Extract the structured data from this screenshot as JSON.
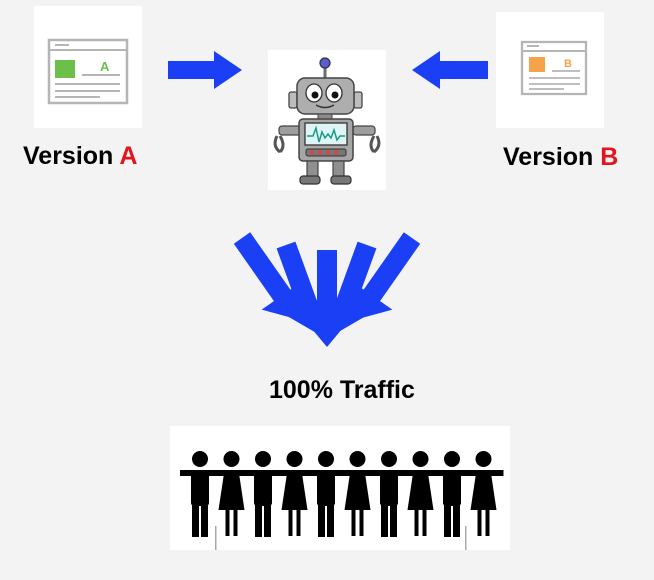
{
  "version_a": {
    "word": "Version",
    "letter": "A",
    "page_letter": "A",
    "page_color": "#6cc04a"
  },
  "version_b": {
    "word": "Version",
    "letter": "B",
    "page_letter": "B",
    "page_color": "#f5a34b"
  },
  "traffic_label": "100% Traffic",
  "colors": {
    "arrow": "#1a3ff5",
    "label_accent": "#e3141b",
    "robot_body": "#9a9a9a"
  },
  "people_count": 10
}
